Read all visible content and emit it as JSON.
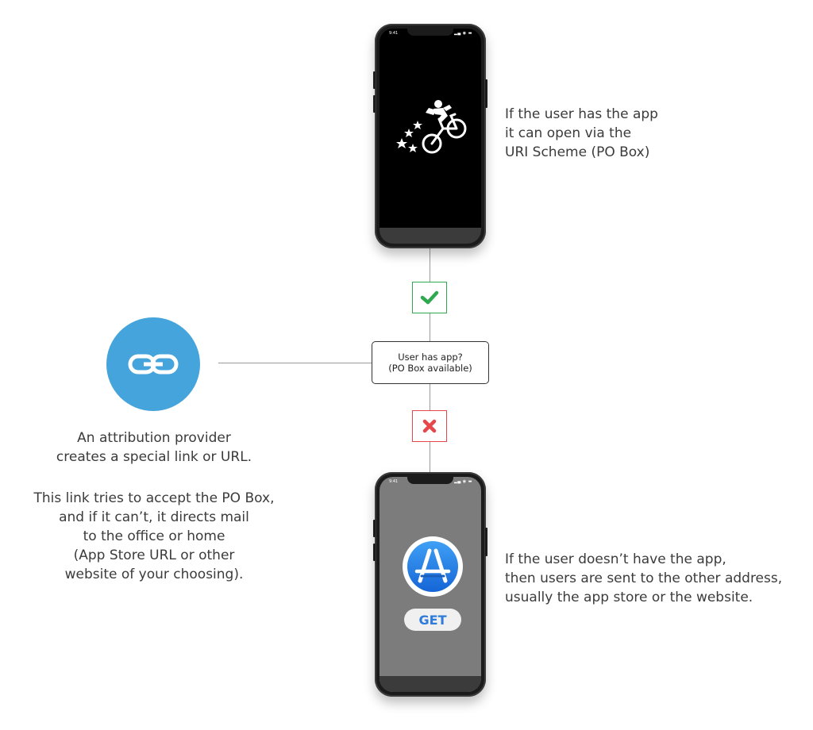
{
  "top_phone": {
    "time": "9:41",
    "status_icons": "signal-wifi-battery-icons",
    "screen_color": "#000000",
    "logo_icon": "postmates-courier-icon"
  },
  "bottom_phone": {
    "time": "9:41",
    "status_icons": "signal-wifi-battery-icons",
    "screen_color": "#7c7c7c",
    "app_icon": "app-store-icon",
    "get_label": "GET"
  },
  "decision": {
    "line1": "User has app?",
    "line2": "(PO Box available)"
  },
  "yes_indicator": {
    "icon": "check-icon",
    "color": "#2fa84f"
  },
  "no_indicator": {
    "icon": "x-icon",
    "color": "#e5474b"
  },
  "link_icon": {
    "icon": "chain-link-icon",
    "color": "#44a4db"
  },
  "top_right_text": [
    "If the user has the app",
    "it can open via the",
    "URI Scheme (PO Box)"
  ],
  "left_text_1": [
    "An attribution provider",
    "creates a special link or URL."
  ],
  "left_text_2": [
    "This link tries to accept the PO Box,",
    "and if it can’t, it directs mail",
    "to the office or home",
    "(App Store URL or other",
    "website of your choosing)."
  ],
  "bottom_right_text": [
    "If the user doesn’t have the app,",
    "then users are sent to the other address,",
    "usually the app store or the website."
  ]
}
